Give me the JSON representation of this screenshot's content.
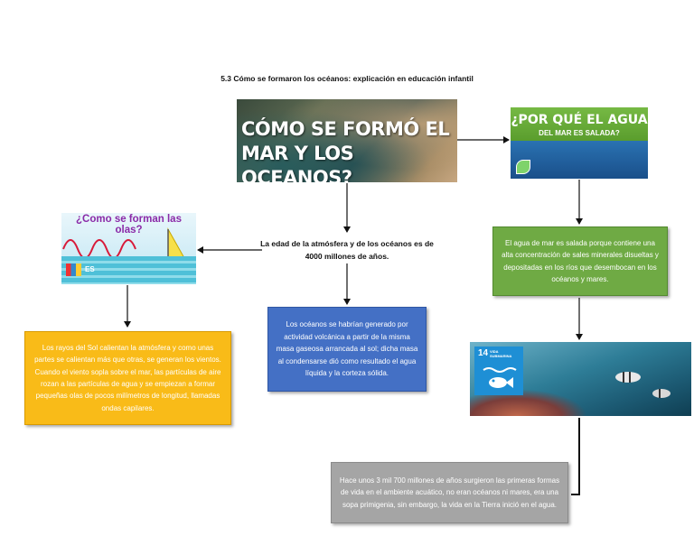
{
  "title": "5.3 Cómo se formaron los océanos: explicación en educación infantil",
  "images": {
    "main": {
      "caption": "CÓMO SE FORMÓ EL MAR Y LOS OCEANOS?"
    },
    "salt": {
      "line1": "¿POR QUÉ EL AGUA",
      "line2": "DEL MAR ES SALADA?"
    },
    "waves": {
      "title": "¿Como se forman las olas?",
      "badge": "ES"
    },
    "sdg": {
      "number": "14",
      "label": "VIDA SUBMARINA"
    }
  },
  "nodes": {
    "center": "La edad de la atmósfera y de los océanos es de 4000 millones de años.",
    "orange": "Los rayos del Sol calientan la atmósfera y como unas partes se calientan más que otras,  se generan los vientos. Cuando el viento sopla sobre el mar, las partículas de aire rozan a las partículas de agua y se empiezan a formar pequeñas olas de pocos milímetros de longitud, llamadas ondas capilares.",
    "blue": "Los océanos se habrían generado por actividad volcánica a partir de la misma masa gaseosa arrancada al sol; dicha masa al condensarse dió como resultado el agua líquida y la corteza sólida.",
    "green": "El agua de mar es salada porque contiene una alta concentración de sales minerales disueltas y depositadas en los ríos que desembocan en los océanos y mares.",
    "gray": "Hace unos 3 mil 700 millones de años surgieron las primeras formas de vida en el ambiente acuático, no eran océanos ni mares, era una sopa primigenia, sin embargo, la vida en la Tierra inició en el agua."
  },
  "colors": {
    "orange": "#f9bb18",
    "blue": "#4470c5",
    "green": "#6faa44",
    "gray": "#a5a5a5",
    "connector": "#111111"
  }
}
